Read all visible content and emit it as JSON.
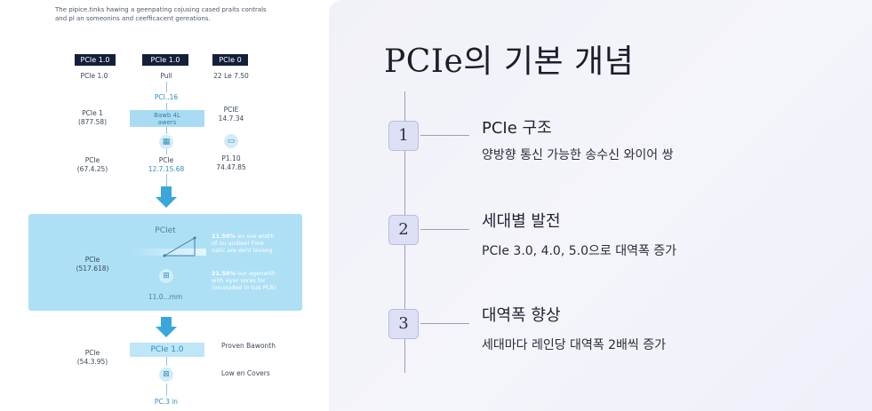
{
  "diagram": {
    "intro_line1": "The pipice.tinks hawing a geenpating cojusing cased praits contrals",
    "intro_line2": "and pl an someonins and ceefficacent gereations.",
    "col_heads": [
      "PCIe 1.0",
      "PCIe 1.0",
      "PCIe 0"
    ],
    "left": {
      "r1": "PCIe 1.0",
      "r2_a": "PCIe 1",
      "r2_b": "(877.58)",
      "r3_a": "PCIe",
      "r3_b": "(67.4.25)",
      "r4_a": "PCIe",
      "r4_b": "(517.618)",
      "r5_a": "PCIe",
      "r5_b": "(54.3.95)"
    },
    "middle": {
      "r1": "Pull",
      "r1b": "PCI..16",
      "badge_a": "Bawb 4L",
      "badge_b": "awers",
      "r3_a": "PCIe",
      "r3_b": "12.7.15.68",
      "panel_title": "PCIet",
      "panel_bottom": "11.0...mm",
      "box": "PCIe 1.0",
      "bottom": "PC.3 in"
    },
    "right": {
      "r1": "22 Le 7.50",
      "r2_a": "PCIE",
      "r2_b": "14.7.34",
      "r3_a": "P1.10",
      "r3_b": "74.47.85",
      "note1": "Proven Bawonth",
      "note2": "Low en Covers"
    },
    "panel_notes": {
      "a_pct": "11.50%",
      "a_l1": "an sve width",
      "a_l2": "of on ucdiee! Fore",
      "a_l3": "nalic are dent leveng",
      "b_pct": "21.50%",
      "b_l1": "our agenwith",
      "b_l2": "with eyer sores for",
      "b_l3": "(orcoiaded in tuit PLB)"
    }
  },
  "slide": {
    "title": "PCIe의 기본 개념",
    "steps": [
      {
        "num": "1",
        "title": "PCIe 구조",
        "desc": "양방향 통신 가능한 송수신 와이어 쌍"
      },
      {
        "num": "2",
        "title": "세대별 발전",
        "desc": "PCIe 3.0, 4.0, 5.0으로 대역폭 증가"
      },
      {
        "num": "3",
        "title": "대역폭 향상",
        "desc": "세대마다 레인당 대역폭 2배씩 증가"
      }
    ]
  },
  "colors": {
    "panel_blue": "#ade0f5",
    "accent_blue": "#2f8fc1",
    "arrow_blue": "#3aa6dc",
    "header_navy": "#14203a",
    "slide_bg": "#f1f2f8"
  }
}
